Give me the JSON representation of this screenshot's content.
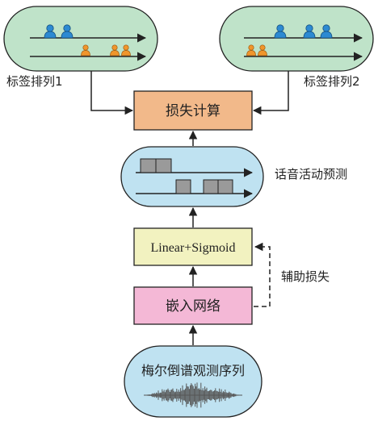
{
  "diagram": {
    "label_perm_1": "标签排列1",
    "label_perm_2": "标签排列2",
    "loss_calc": "损失计算",
    "vad_prediction": "话音活动预测",
    "linear_sigmoid": "Linear+Sigmoid",
    "aux_loss": "辅助损失",
    "embedding_net": "嵌入网络",
    "mel_spectrogram": "梅尔倒谱观测序列"
  },
  "colors": {
    "green_fill": "#bfe3c9",
    "blue_fill": "#bfe2f1",
    "orange_fill": "#f2b98a",
    "yellow_fill": "#f2f2c0",
    "pink_fill": "#f4b8d6",
    "speaker_blue": "#2d8ad2",
    "speaker_orange": "#f0962c",
    "waveform": "#555555",
    "bar_gray": "#9a9a9a"
  }
}
